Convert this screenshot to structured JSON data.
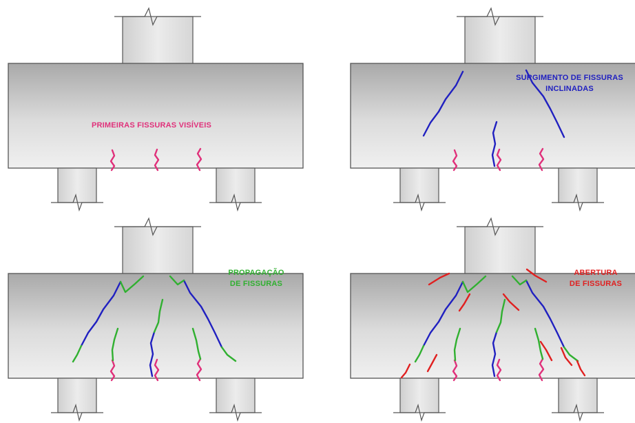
{
  "panels": [
    {
      "id": "first-cracks",
      "label_lines": [
        "PRIMEIRAS FISSURAS VISÍVEIS"
      ],
      "label_color": "#e0307a",
      "stages": [
        "flexural"
      ]
    },
    {
      "id": "inclined-cracks",
      "label_lines": [
        "SURGIMENTO DE FISSURAS",
        "INCLINADAS"
      ],
      "label_color": "#2020c0",
      "stages": [
        "flexural",
        "inclined"
      ]
    },
    {
      "id": "crack-propagation",
      "label_lines": [
        "PROPAGAÇÃO",
        "DE FISSURAS"
      ],
      "label_color": "#30b030",
      "stages": [
        "flexural",
        "inclined",
        "propagation"
      ]
    },
    {
      "id": "crack-opening",
      "label_lines": [
        "ABERTURA",
        "DE FISSURAS"
      ],
      "label_color": "#e02020",
      "stages": [
        "flexural",
        "inclined",
        "propagation",
        "opening"
      ]
    }
  ],
  "crack_colors": {
    "flexural": "#e0307a",
    "inclined": "#2020c0",
    "propagation": "#30b030",
    "opening": "#e02020"
  },
  "concrete_colors": {
    "fill_light": "#e2e2e2",
    "fill_dark": "#a9a9a9",
    "outline": "#555555"
  }
}
